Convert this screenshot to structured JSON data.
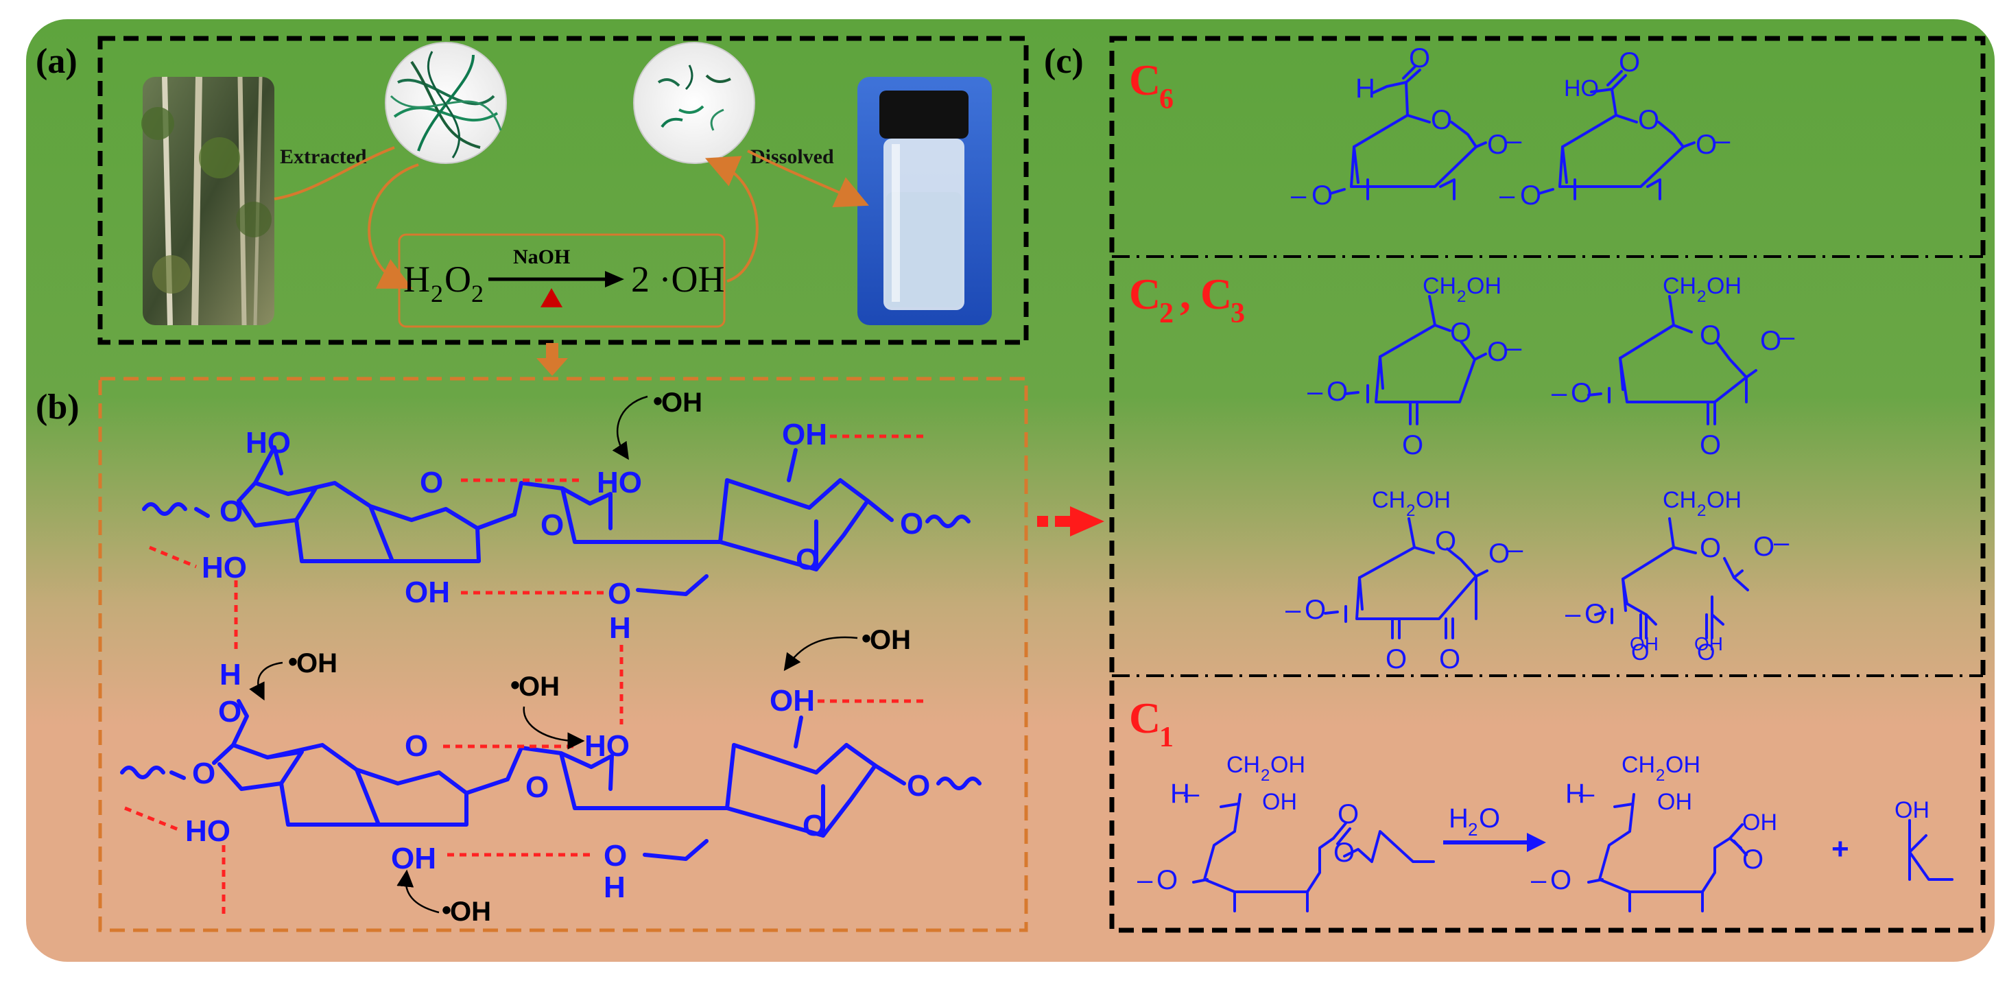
{
  "panels": {
    "a": "(a)",
    "b": "(b)",
    "c": "(c)"
  },
  "panel_a": {
    "extracted": "Extracted",
    "dissolved": "Dissolved",
    "reaction": {
      "reactant": "H",
      "reactant_sub1": "2",
      "reactant_o": "O",
      "reactant_sub2": "2",
      "catalyst": "NaOH",
      "product": "2 ·OH"
    }
  },
  "panel_b": {
    "ho": "HO",
    "oh": "OH",
    "o": "O",
    "h": "H",
    "radical": "OH"
  },
  "panel_c": {
    "c6": {
      "letter": "C",
      "sub": "6"
    },
    "c23": {
      "l1": "C",
      "s1": "2",
      "sep": ",",
      "l2": "C",
      "s2": "3"
    },
    "c1": {
      "letter": "C",
      "sub": "1"
    },
    "labels": {
      "h": "H",
      "ho": "HO",
      "o": "O",
      "oh": "OH",
      "ch2oh": "CH",
      "ch2oh_sub": "2",
      "ch2oh_tail": "OH",
      "h2o": "H",
      "h2o_sub": "2",
      "h2o_tail": "O",
      "plus": "+",
      "dash": "–"
    }
  },
  "colors": {
    "green": "#5fa33f",
    "tan": "#e2aa86",
    "blue": "#1515ff",
    "red": "#ff1a1a",
    "orange": "#d7792e"
  }
}
